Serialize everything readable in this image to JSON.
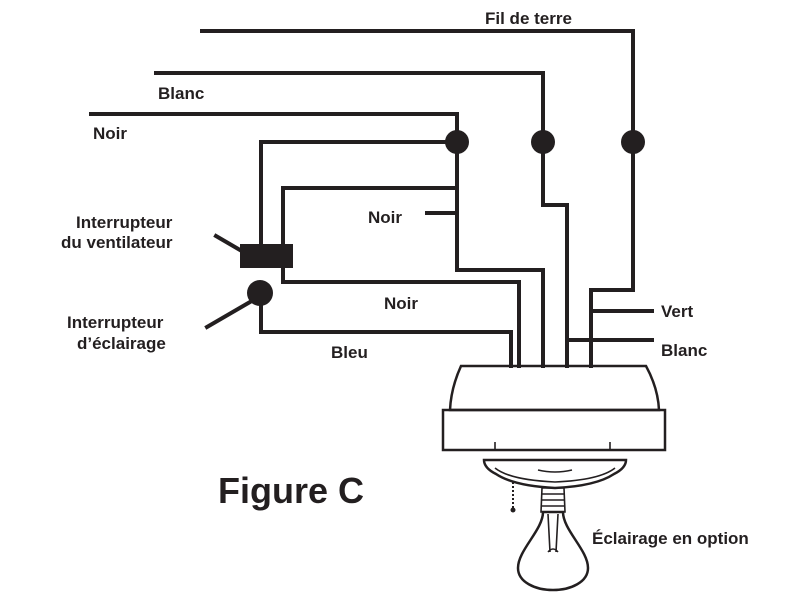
{
  "labels": {
    "ground": "Fil de terre",
    "white_top": "Blanc",
    "black_top": "Noir",
    "fan_switch_line1": "Interrupteur",
    "fan_switch_line2": "du ventilateur",
    "black_mid": "Noir",
    "black_low": "Noir",
    "light_switch_line1": "Interrupteur",
    "light_switch_line2": "d’éclairage",
    "blue": "Bleu",
    "green": "Vert",
    "white_right": "Blanc",
    "optional_light": "Éclairage en option"
  },
  "figure_title": "Figure C",
  "colors": {
    "ink": "#231f20",
    "background": "#ffffff"
  }
}
